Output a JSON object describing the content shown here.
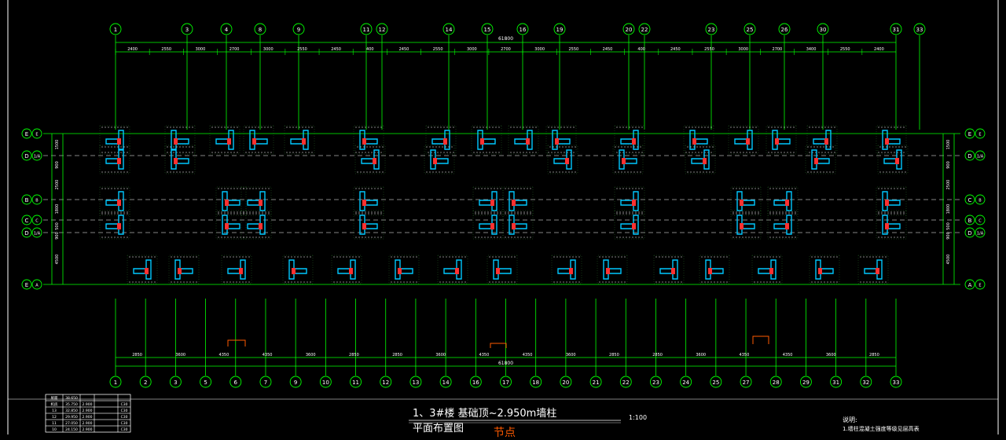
{
  "drawing": {
    "title": "1、3#楼 基础顶~2.950m墙柱平面布置图",
    "scale": "1:100",
    "notes_title": "说明:",
    "notes_line": "1.墙柱混凝土强度等级见层高表",
    "stamp": "节点"
  },
  "grid": {
    "top_axes": [
      "1",
      "3",
      "4",
      "8",
      "9",
      "11",
      "12",
      "14",
      "15",
      "16",
      "19",
      "20",
      "22",
      "23",
      "25",
      "26",
      "30",
      "31",
      "33"
    ],
    "bottom_axes": [
      "1",
      "2",
      "3",
      "5",
      "6",
      "7",
      "9",
      "10",
      "11",
      "12",
      "13",
      "14",
      "16",
      "17",
      "18",
      "20",
      "21",
      "22",
      "23",
      "24",
      "25",
      "27",
      "28",
      "29",
      "31",
      "32",
      "33"
    ],
    "left_axes": [
      "E",
      "D",
      "B",
      "C",
      "D",
      "E"
    ],
    "left_axes_inner": [
      "E",
      "1/A",
      "B",
      "C",
      "1/A",
      "A"
    ],
    "right_axes": [
      "E",
      "D",
      "C",
      "B",
      "D",
      "A"
    ],
    "right_axes_inner": [
      "E",
      "1/A",
      "B",
      "C",
      "1/A",
      "E"
    ],
    "top_total": "61800",
    "bottom_total": "61800",
    "top_dims": [
      "2400",
      "2550",
      "3000",
      "2700",
      "3000",
      "2550",
      "2450",
      "400",
      "2450",
      "2550",
      "3000",
      "2700",
      "3000",
      "2550",
      "2450",
      "400",
      "2450",
      "2550",
      "3000",
      "2700",
      "3400",
      "2550",
      "2400"
    ],
    "bottom_dims": [
      "2850",
      "3600",
      "4350",
      "4350",
      "3600",
      "2850",
      "2850",
      "3600",
      "4350",
      "4350",
      "3600",
      "2850",
      "2850",
      "3600",
      "4350",
      "4350",
      "3600",
      "2850"
    ],
    "left_dims": [
      "1500",
      "900",
      "2500",
      "1800",
      "500",
      "900",
      "4500"
    ],
    "right_dims": [
      "1500",
      "900",
      "2500",
      "1800",
      "500",
      "900",
      "4500"
    ]
  },
  "table": {
    "rows": [
      [
        "屋面",
        "38.650",
        "",
        "",
        ""
      ],
      [
        "机房",
        "35.750",
        "2.900",
        "",
        "C30"
      ],
      [
        "13",
        "32.850",
        "2.900",
        "",
        "C30"
      ],
      [
        "12",
        "29.950",
        "2.900",
        "",
        "C30"
      ],
      [
        "11",
        "27.050",
        "2.900",
        "",
        "C30"
      ],
      [
        "10",
        "24.150",
        "2.900",
        "",
        "C30"
      ]
    ]
  },
  "colors": {
    "background": "#000000",
    "axis_line": "#00ff00",
    "column": "#00c8ff",
    "rebar_fill": "#ff3030",
    "label": "#ffffff",
    "bubble": "#00ff00",
    "title_red": "#ff5a00",
    "dash": "#b0b0b0"
  }
}
